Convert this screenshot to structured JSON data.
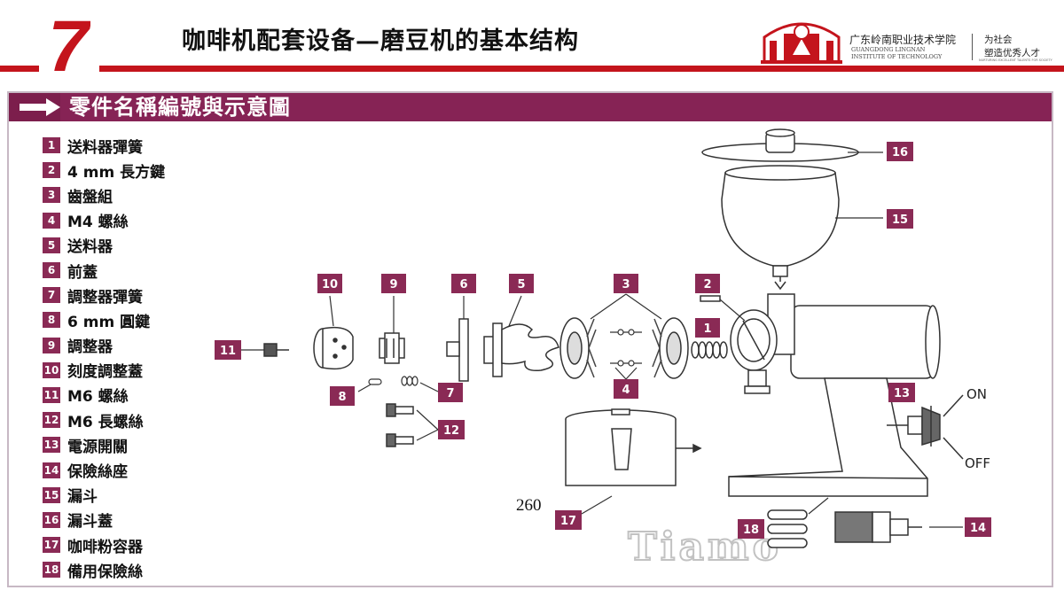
{
  "header": {
    "chapter_number": "7",
    "title": "咖啡机配套设备—磨豆机的基本结构",
    "school_name_cn": "广东岭南职业技术学院",
    "school_name_en_1": "GUANGDONG LINGNAN",
    "school_name_en_2": "INSTITUTE OF TECHNOLOGY",
    "motto_1": "为社会",
    "motto_2": "塑造优秀人才",
    "motto_en": "NURTURING EXCELLENT TALENTS FOR SOCIETY",
    "accent_color": "#c4141c"
  },
  "banner": {
    "title": "零件名稱編號與示意圖",
    "color": "#862355"
  },
  "parts": [
    {
      "num": "1",
      "name": "送料器彈簧"
    },
    {
      "num": "2",
      "name": "4 mm 長方鍵"
    },
    {
      "num": "3",
      "name": "齒盤組"
    },
    {
      "num": "4",
      "name": "M4 螺絲"
    },
    {
      "num": "5",
      "name": "送料器"
    },
    {
      "num": "6",
      "name": "前蓋"
    },
    {
      "num": "7",
      "name": "調整器彈簧"
    },
    {
      "num": "8",
      "name": "6 mm 圓鍵"
    },
    {
      "num": "9",
      "name": "調整器"
    },
    {
      "num": "10",
      "name": "刻度調整蓋"
    },
    {
      "num": "11",
      "name": "M6 螺絲"
    },
    {
      "num": "12",
      "name": "M6 長螺絲"
    },
    {
      "num": "13",
      "name": "電源開關"
    },
    {
      "num": "14",
      "name": "保險絲座"
    },
    {
      "num": "15",
      "name": "漏斗"
    },
    {
      "num": "16",
      "name": "漏斗蓋"
    },
    {
      "num": "17",
      "name": "咖啡粉容器"
    },
    {
      "num": "18",
      "name": "備用保險絲"
    }
  ],
  "diagram": {
    "switch_on": "ON",
    "switch_off": "OFF",
    "watermark": "Tiamo",
    "label_color": "#8a2a55"
  },
  "page_number": "260"
}
